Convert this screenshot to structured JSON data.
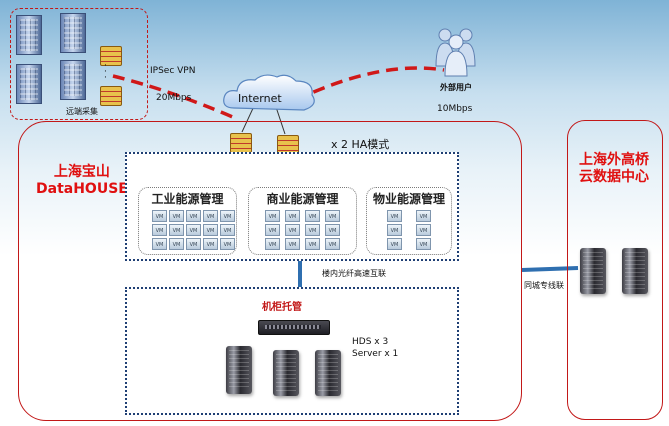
{
  "branch": {
    "label": "远端采集"
  },
  "ipsec": {
    "label": "IPSec VPN",
    "bandwidth": "20Mbps"
  },
  "internet": {
    "label": "Internet"
  },
  "external_users": {
    "label": "外部用户",
    "bandwidth": "10Mbps"
  },
  "ha": {
    "label": "x 2  HA模式"
  },
  "dc_main": {
    "title_line1": "上海宝山",
    "title_line2": "DataHOUSE"
  },
  "dc_backup": {
    "title_line1": "上海外高桥",
    "title_line2": "云数据中心"
  },
  "pods": [
    {
      "title": "工业能源管理",
      "vm_label": "VM"
    },
    {
      "title": "商业能源管理",
      "vm_label": "VM"
    },
    {
      "title": "物业能源管理",
      "vm_label": "VM"
    }
  ],
  "interconnect": {
    "label": "楼内光纤高速互联"
  },
  "city_link": {
    "label": "同城专线联"
  },
  "rack_hosting": {
    "title": "机柜托管",
    "hds": "HDS x 3",
    "server": "Server x 1"
  },
  "colors": {
    "accent_red": "#e01010",
    "line_red": "#d01818",
    "link_blue": "#2f6fb0",
    "box_border": "#1f3f74"
  }
}
